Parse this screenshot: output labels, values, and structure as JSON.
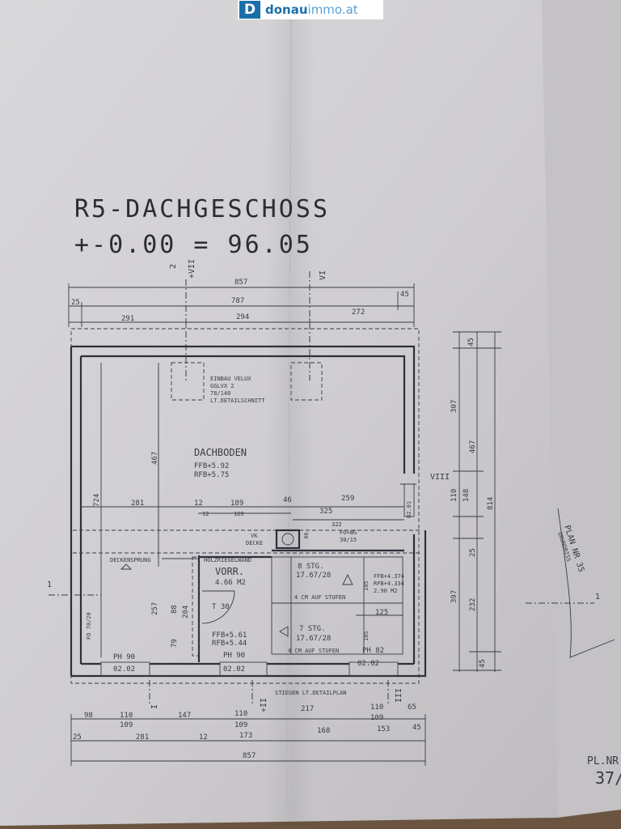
{
  "brand": {
    "logo_letter": "D",
    "name_bold": "donau",
    "name_rest": "immo.at",
    "color": "#1b6fa8"
  },
  "plan": {
    "title": "R5-DACHGESCHOSS",
    "level": "+-0.00 = 96.05",
    "section_marks": {
      "s2_top": "2",
      "s2_bottom": "+VII",
      "vi": "VI",
      "viii": "VIII",
      "s1_left": "1",
      "s1_right": "1",
      "s_bottom_i": "I",
      "s_bottom_ii": "+II",
      "s_bottom_iii": "III"
    },
    "notes": {
      "velux_1": "EINBAU VELUX",
      "velux_2": "GGLVX 2",
      "velux_3": "78/140",
      "velux_4": "LT.DETAILSCHNITT",
      "vk_decke_1": "VK",
      "vk_decke_2": "DECKE",
      "fo_wg_1": "FO+WG",
      "fo_wg_2": "30/15",
      "deckensprung": "DECKENSPRUNG",
      "holzriegelwand": "HOLZRIEGELWAND",
      "stiegen": "STIEGEN LT.DETAILPLAN",
      "plan_nr": "PLAN NR 35",
      "plan_nr_sub": "GRUNDRISS",
      "corner_1": "PL.NR",
      "corner_2": "37/"
    },
    "rooms": {
      "dachboden": "DACHBODEN",
      "dachboden_ffb": "FFB+5.92",
      "dachboden_rfb": "RFB+5.75",
      "vorr": "VORR.",
      "vorr_area": "4.66 M2",
      "vorr_ffb": "FFB+5.61",
      "vorr_rfb": "RFB+5.44",
      "t30": "T 30",
      "fd": "FD 70/20",
      "stg8": "8 STG.",
      "stg8_dim": "17.67/28",
      "stg7": "7 STG.",
      "stg7_dim": "17.67/28",
      "auf_stufen_1": "4 CM AUF STUFEN",
      "auf_stufen_2": "4 CM AUF STUFEN",
      "ffb_374": "FFB+4.374",
      "rfb_334": "RFB+4.334",
      "area_290": "2.90 M2",
      "ph90_a": "PH 90",
      "ph90_a_sub": "02.02",
      "ph90_b": "PH 90",
      "ph90_b_sub": "02.02",
      "ph82": "PH 82",
      "ph82_sub": "02.02"
    },
    "dims": {
      "top_857": "857",
      "top_25": "25",
      "top_787": "787",
      "top_45": "45",
      "top_291": "291",
      "top_294": "294",
      "top_272": "272",
      "mid_281": "281",
      "mid_12a": "12",
      "mid_12b": "12",
      "mid_189": "189",
      "mid_169": "169",
      "mid_46a": "46",
      "mid_259": "259",
      "mid_325": "325",
      "mid_322": "322",
      "mid_46b": "46",
      "mid_02": "02.01",
      "v_724": "724",
      "v_467": "467",
      "v_257": "257",
      "v_88": "88",
      "v_204": "204",
      "v_79": "79",
      "v_105a": "105",
      "v_105b": "105",
      "h_125": "125",
      "r_45a": "45",
      "r_307": "307",
      "r_467": "467",
      "r_110": "110",
      "r_148": "148",
      "r_814": "814",
      "r_25": "25",
      "r_397": "397",
      "r_232": "232",
      "r_45b": "45",
      "b_98": "98",
      "b_110a": "110",
      "b_109a": "109",
      "b_147": "147",
      "b_110b": "110",
      "b_109b": "109",
      "b_217": "217",
      "b_110c": "110",
      "b_109c": "109",
      "b_65": "65",
      "b_25": "25",
      "b_281": "281",
      "b_12": "12",
      "b_173": "173",
      "b_168": "168",
      "b_153": "153",
      "b_45": "45",
      "b_857": "857"
    }
  }
}
